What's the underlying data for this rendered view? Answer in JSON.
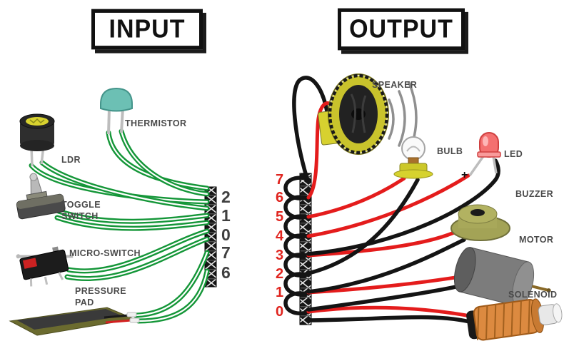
{
  "input": {
    "title": "INPUT",
    "pins": [
      "2",
      "1",
      "0",
      "7",
      "6"
    ],
    "components": {
      "thermistor": "THERMISTOR",
      "ldr": "LDR",
      "toggle_switch": "TOGGLE\nSWITCH",
      "micro_switch": "MICRO-SWITCH",
      "pressure_pad": "PRESSURE\nPAD"
    },
    "wire_color": "#149638"
  },
  "output": {
    "title": "OUTPUT",
    "pins": [
      "7",
      "6",
      "5",
      "4",
      "3",
      "2",
      "1",
      "0"
    ],
    "components": {
      "speaker": "SPEAKER",
      "bulb": "BULB",
      "led": "LED",
      "led_polarity": "+",
      "buzzer": "BUZZER",
      "motor": "MOTOR",
      "solenoid": "SOLENOID"
    },
    "wire_colors": {
      "positive": "#e41c1c",
      "ground": "#141414"
    },
    "pin_label_color": "#e0241e"
  },
  "colors": {
    "background": "#ffffff",
    "label_text": "#4a4a4a",
    "input_pin_text": "#3f3f3f",
    "title_text": "#111111"
  }
}
